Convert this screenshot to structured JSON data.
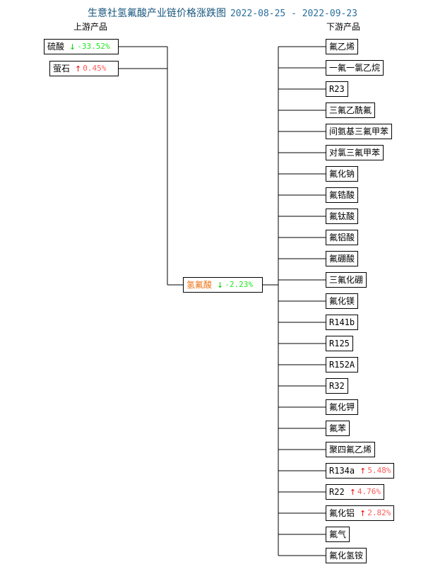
{
  "title": {
    "main": "生意社氢氟酸产业链价格涨跌图",
    "date_range": "2022-08-25 - 2022-09-23",
    "color": "#16557e"
  },
  "headers": {
    "upstream": "上游产品",
    "downstream": "下游产品"
  },
  "colors": {
    "up": "#fb5b5b",
    "up_arrow": "#e60000",
    "down": "#22e622",
    "down_arrow": "#00cc00",
    "center_label": "#ef7215",
    "box_border": "#000000",
    "background": "#ffffff"
  },
  "arrows": {
    "up": "↑",
    "down": "↓"
  },
  "center": {
    "name": "氢氟酸",
    "change": "-2.23%",
    "direction": "down",
    "arrow": "↓"
  },
  "upstream": [
    {
      "name": "硫酸",
      "change": "-33.52%",
      "direction": "down",
      "arrow": "↓"
    },
    {
      "name": "萤石",
      "change": "0.45%",
      "direction": "up",
      "arrow": "↑"
    }
  ],
  "downstream": [
    {
      "name": "氟乙烯",
      "change": "",
      "direction": "",
      "arrow": "",
      "mono": false
    },
    {
      "name": "一氟一氯乙烷",
      "change": "",
      "direction": "",
      "arrow": "",
      "mono": false
    },
    {
      "name": "R23",
      "change": "",
      "direction": "",
      "arrow": "",
      "mono": true
    },
    {
      "name": "三氟乙酰氟",
      "change": "",
      "direction": "",
      "arrow": "",
      "mono": false
    },
    {
      "name": "间氨基三氟甲苯",
      "change": "",
      "direction": "",
      "arrow": "",
      "mono": false
    },
    {
      "name": "对氯三氟甲苯",
      "change": "",
      "direction": "",
      "arrow": "",
      "mono": false
    },
    {
      "name": "氟化钠",
      "change": "",
      "direction": "",
      "arrow": "",
      "mono": false
    },
    {
      "name": "氟锆酸",
      "change": "",
      "direction": "",
      "arrow": "",
      "mono": false
    },
    {
      "name": "氟钛酸",
      "change": "",
      "direction": "",
      "arrow": "",
      "mono": false
    },
    {
      "name": "氟铝酸",
      "change": "",
      "direction": "",
      "arrow": "",
      "mono": false
    },
    {
      "name": "氟硼酸",
      "change": "",
      "direction": "",
      "arrow": "",
      "mono": false
    },
    {
      "name": "三氟化硼",
      "change": "",
      "direction": "",
      "arrow": "",
      "mono": false
    },
    {
      "name": "氟化镁",
      "change": "",
      "direction": "",
      "arrow": "",
      "mono": false
    },
    {
      "name": "R141b",
      "change": "",
      "direction": "",
      "arrow": "",
      "mono": true
    },
    {
      "name": "R125",
      "change": "",
      "direction": "",
      "arrow": "",
      "mono": true
    },
    {
      "name": "R152A",
      "change": "",
      "direction": "",
      "arrow": "",
      "mono": true
    },
    {
      "name": "R32",
      "change": "",
      "direction": "",
      "arrow": "",
      "mono": true
    },
    {
      "name": "氟化钾",
      "change": "",
      "direction": "",
      "arrow": "",
      "mono": false
    },
    {
      "name": "氟苯",
      "change": "",
      "direction": "",
      "arrow": "",
      "mono": false
    },
    {
      "name": "聚四氟乙烯",
      "change": "",
      "direction": "",
      "arrow": "",
      "mono": false
    },
    {
      "name": "R134a",
      "change": "5.48%",
      "direction": "up",
      "arrow": "↑",
      "mono": true
    },
    {
      "name": "R22",
      "change": "4.76%",
      "direction": "up",
      "arrow": "↑",
      "mono": true
    },
    {
      "name": "氟化铝",
      "change": "2.82%",
      "direction": "up",
      "arrow": "↑",
      "mono": false
    },
    {
      "name": "氟气",
      "change": "",
      "direction": "",
      "arrow": "",
      "mono": false
    },
    {
      "name": "氟化氢铵",
      "change": "",
      "direction": "",
      "arrow": "",
      "mono": false
    }
  ]
}
